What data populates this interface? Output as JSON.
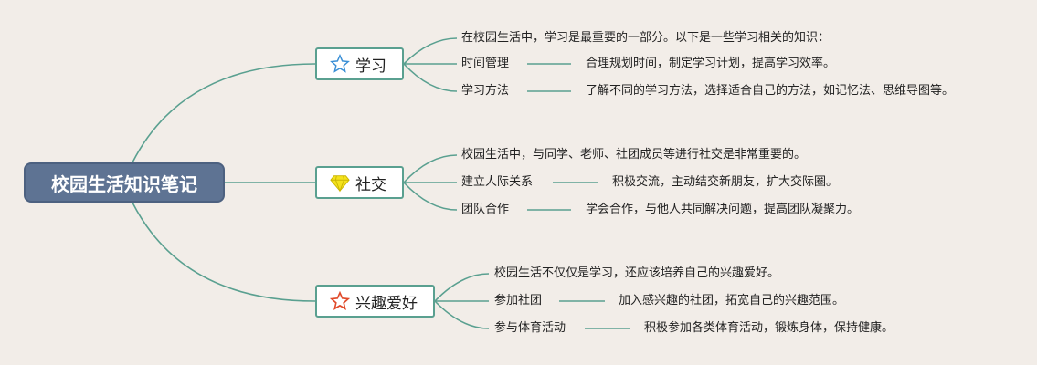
{
  "root": "校园生活知识笔记",
  "branches": [
    {
      "title": "学习",
      "icon": "star-outline-icon",
      "intro": "在校园生活中，学习是最重要的一部分。以下是一些学习相关的知识：",
      "items": [
        {
          "label": "时间管理",
          "desc": "合理规划时间，制定学习计划，提高学习效率。"
        },
        {
          "label": "学习方法",
          "desc": "了解不同的学习方法，选择适合自己的方法，如记忆法、思维导图等。"
        }
      ]
    },
    {
      "title": "社交",
      "icon": "diamond-icon",
      "intro": "校园生活中，与同学、老师、社团成员等进行社交是非常重要的。",
      "items": [
        {
          "label": "建立人际关系",
          "desc": "积极交流，主动结交新朋友，扩大交际圈。"
        },
        {
          "label": "团队合作",
          "desc": "学会合作，与他人共同解决问题，提高团队凝聚力。"
        }
      ]
    },
    {
      "title": "兴趣爱好",
      "icon": "red-star-icon",
      "intro": "校园生活不仅仅是学习，还应该培养自己的兴趣爱好。",
      "items": [
        {
          "label": "参加社团",
          "desc": "加入感兴趣的社团，拓宽自己的兴趣范围。"
        },
        {
          "label": "参与体育活动",
          "desc": "积极参加各类体育活动，锻炼身体，保持健康。"
        }
      ]
    }
  ],
  "colors": {
    "line": "#5aa090",
    "root_bg": "#5e7393",
    "background": "#f2ede8"
  }
}
